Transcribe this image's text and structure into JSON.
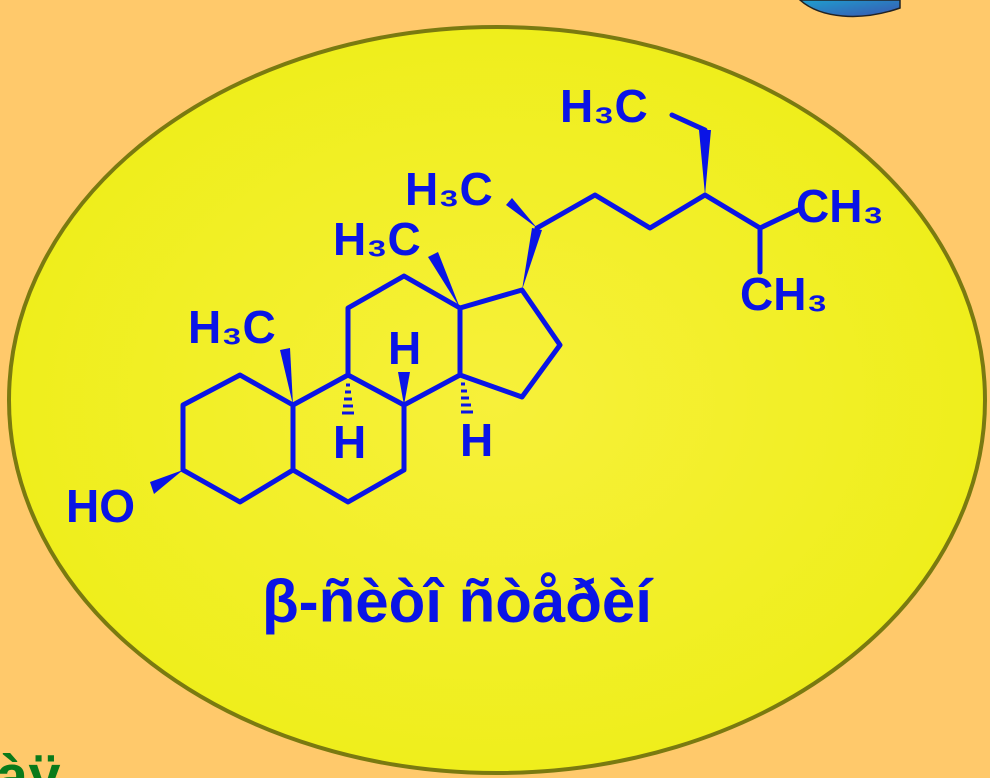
{
  "molecule": {
    "labels": {
      "h3c_ethyl": "H₃C",
      "h3c_side": "H₃C",
      "h3c_c18": "H₃C",
      "h3c_c19": "H₃C",
      "ch3_iso1": "CH₃",
      "ch3_iso2": "CH₃",
      "h_c8": "H",
      "h_c9": "H",
      "h_c14": "H",
      "ho": "HO"
    },
    "caption": "β-ñèòî ñòåðèí"
  },
  "corner_text": "àÿ",
  "colors": {
    "background": "#FFC96B",
    "ellipse_fill": "#F5F21E",
    "ellipse_border": "#7A7A10",
    "bond": "#0A14E6",
    "corner_text": "#0A7A1A",
    "corner_shape": "#2A6FB0"
  }
}
